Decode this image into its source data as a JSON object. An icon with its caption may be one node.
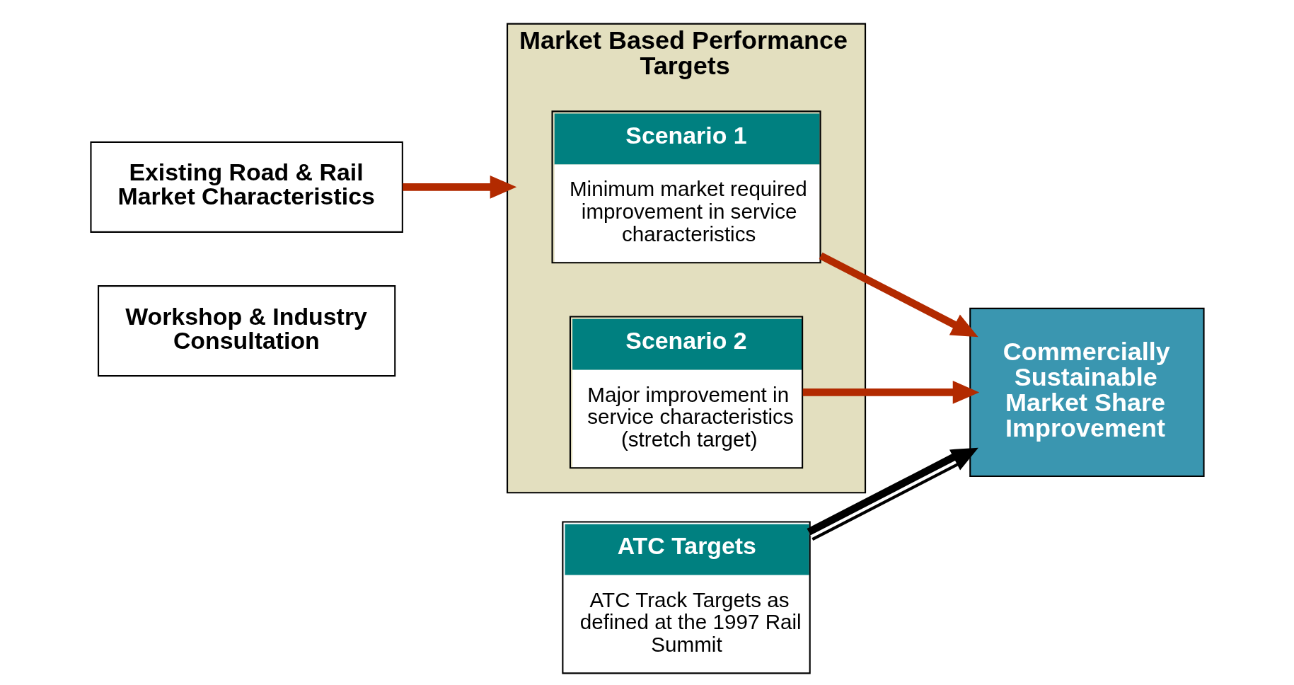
{
  "diagram": {
    "nodes": [
      {
        "text": [
          "Workshop & Industry Consultation"
        ]
      },
      {
        "text": [
          "Existing Road & Rail Market Characteristics"
        ]
      },
      {
        "text": [
          "Market Based Performance Targets"
        ]
      },
      {
        "text": [
          "Scenario 1",
          "Minimum market required improvement in service characteristics"
        ],
        "in": 2
      },
      {
        "text": [
          "Scenario 2",
          "Major improvement in service characteristics (stretch target)"
        ],
        "in": 2
      },
      {
        "text": [
          "ATC Targets",
          "ATC Track Targets as defined at the 1997 Rail Summit"
        ]
      },
      {
        "text": [
          "Commercially Sustainable Market Share Improvement"
        ]
      }
    ],
    "edges": [
      {
        "from": 1,
        "to": 2,
        "arrow": "to"
      },
      {
        "from": 3,
        "to": 6,
        "arrow": "to"
      },
      {
        "from": 4,
        "to": 6,
        "arrow": "to"
      },
      {
        "from": 5,
        "to": 6,
        "arrow": "to",
        "color": "#ffffff"
      }
    ]
  }
}
